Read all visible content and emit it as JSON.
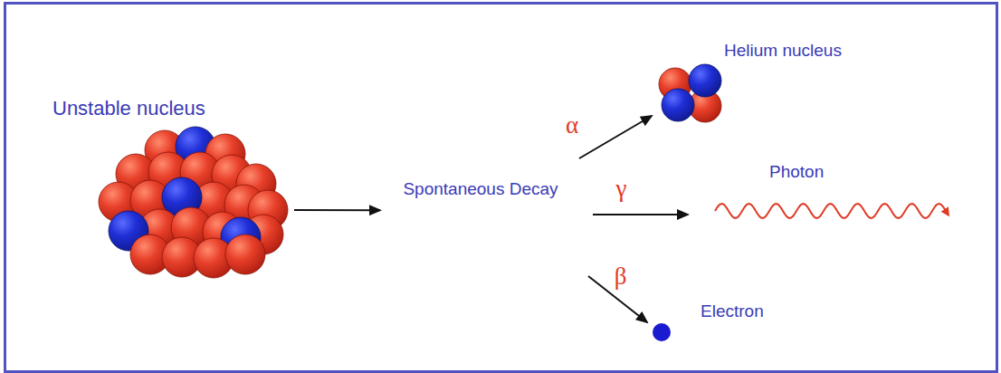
{
  "diagram": {
    "nodes": [
      {
        "text": [
          "Unstable nucleus"
        ]
      },
      {
        "text": [
          "Spontaneous Decay"
        ]
      },
      {
        "text": [
          "Helium nucleus"
        ]
      },
      {
        "text": [
          "Photon"
        ]
      },
      {
        "text": [
          "Electron"
        ]
      }
    ],
    "edges": [
      {
        "from": 0,
        "to": 1,
        "arrow": "to"
      },
      {
        "from": 1,
        "to": 2,
        "label": "α",
        "arrow": "to"
      },
      {
        "from": 1,
        "to": 3,
        "label": "γ",
        "arrow": "to"
      },
      {
        "from": 1,
        "to": 4,
        "label": "β",
        "arrow": "to"
      }
    ]
  }
}
